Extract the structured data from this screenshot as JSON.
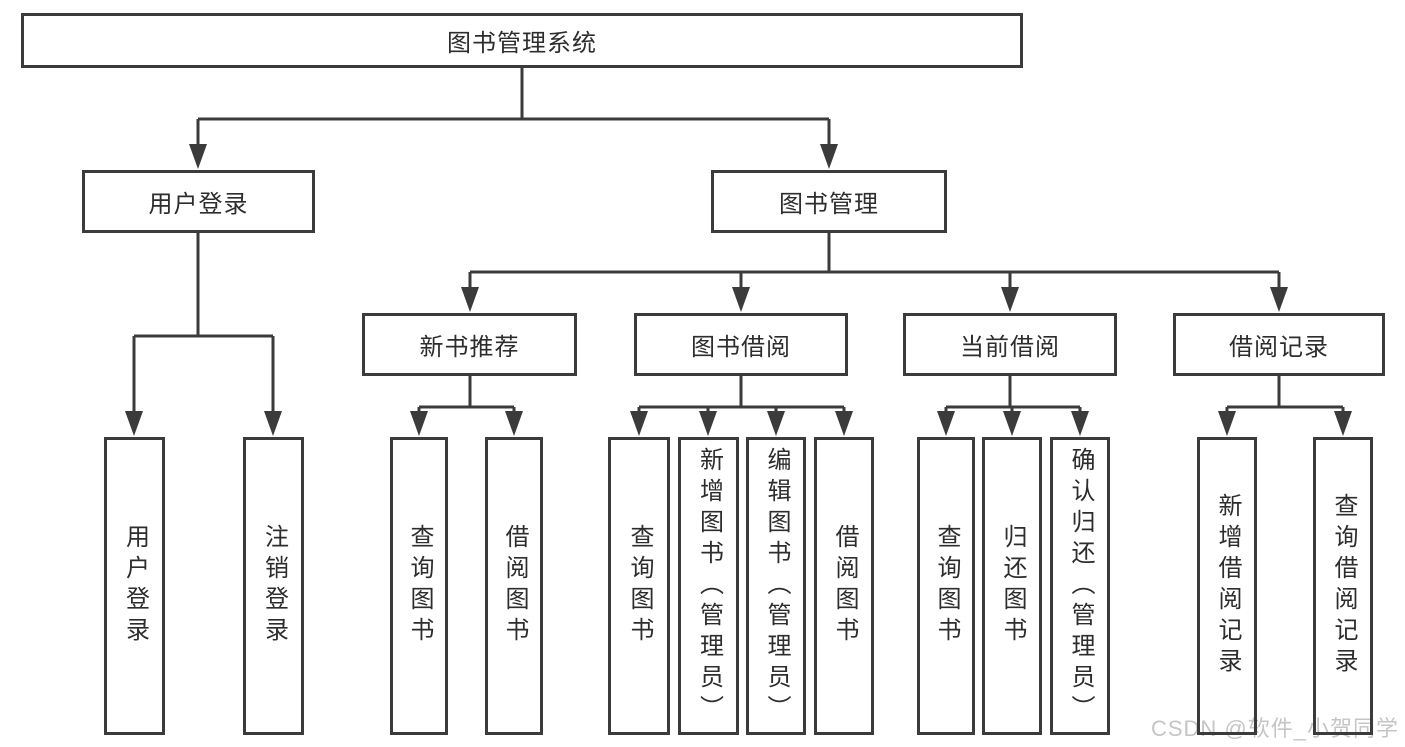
{
  "tree": {
    "label": "图书管理系统",
    "children": [
      {
        "label": "用户登录",
        "children": [
          {
            "label": "用户登录"
          },
          {
            "label": "注销登录"
          }
        ]
      },
      {
        "label": "图书管理",
        "children": [
          {
            "label": "新书推荐",
            "children": [
              {
                "label": "查询图书"
              },
              {
                "label": "借阅图书"
              }
            ]
          },
          {
            "label": "图书借阅",
            "children": [
              {
                "label": "查询图书"
              },
              {
                "label": "新增图书（管理员）"
              },
              {
                "label": "编辑图书（管理员）"
              },
              {
                "label": "借阅图书"
              }
            ]
          },
          {
            "label": "当前借阅",
            "children": [
              {
                "label": "查询图书"
              },
              {
                "label": "归还图书"
              },
              {
                "label": "确认归还（管理员）"
              }
            ]
          },
          {
            "label": "借阅记录",
            "children": [
              {
                "label": "新增借阅记录"
              },
              {
                "label": "查询借阅记录"
              }
            ]
          }
        ]
      }
    ]
  },
  "watermark": {
    "text": "CSDN @软件_小贺同学"
  },
  "colors": {
    "line": "#3b3b3b",
    "text": "#2d2d2d",
    "watermark": "#c5c5c5",
    "background": "#ffffff"
  }
}
